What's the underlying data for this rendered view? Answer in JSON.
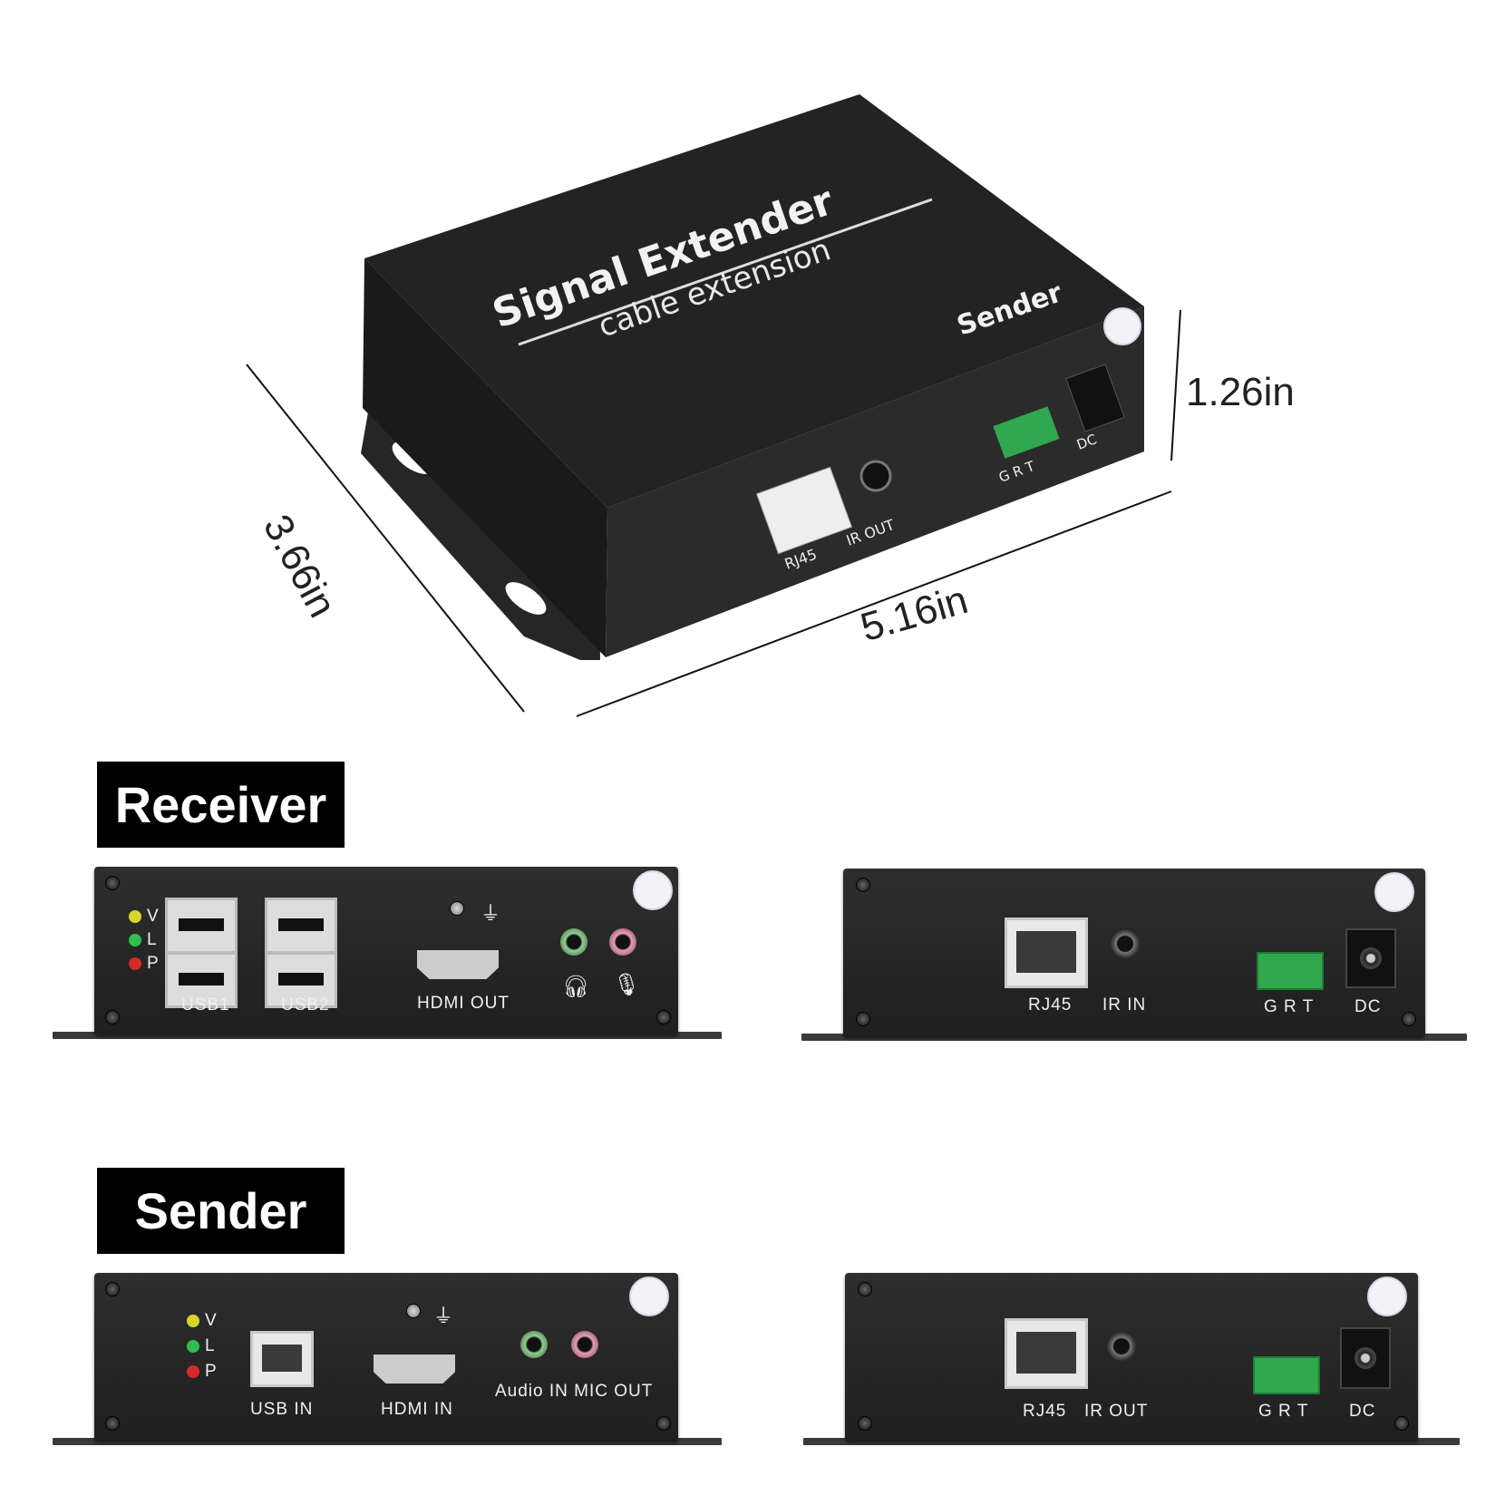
{
  "dimensions": {
    "height": "1.26in",
    "width": "5.16in",
    "depth": "3.66in"
  },
  "device_top": {
    "title": "Signal Extender",
    "subtitle": "cable extension",
    "side_label": "Sender",
    "ports": {
      "rj45": "RJ45",
      "ir": "IR OUT",
      "grt": "G R T",
      "dc": "DC"
    }
  },
  "receiver": {
    "tag": "Receiver",
    "front": {
      "leds": [
        "V",
        "L",
        "P"
      ],
      "usb1": "USB1",
      "usb2": "USB2",
      "hdmi": "HDMI OUT"
    },
    "back": {
      "rj45": "RJ45",
      "ir": "IR IN",
      "grt": "G R T",
      "dc": "DC"
    }
  },
  "sender": {
    "tag": "Sender",
    "front": {
      "leds": [
        "V",
        "L",
        "P"
      ],
      "usb": "USB  IN",
      "hdmi": "HDMI IN",
      "audio": "Audio IN MIC OUT"
    },
    "back": {
      "rj45": "RJ45",
      "ir": "IR OUT",
      "grt": "G R T",
      "dc": "DC"
    }
  },
  "colors": {
    "body": "#1f1f1f",
    "terminal": "#2fa84f",
    "led_v": "#d6d62a",
    "led_l": "#2fbf4f",
    "led_p": "#d62a2a",
    "jack_green": "#8fcf8f",
    "jack_pink": "#e6a0b8"
  }
}
